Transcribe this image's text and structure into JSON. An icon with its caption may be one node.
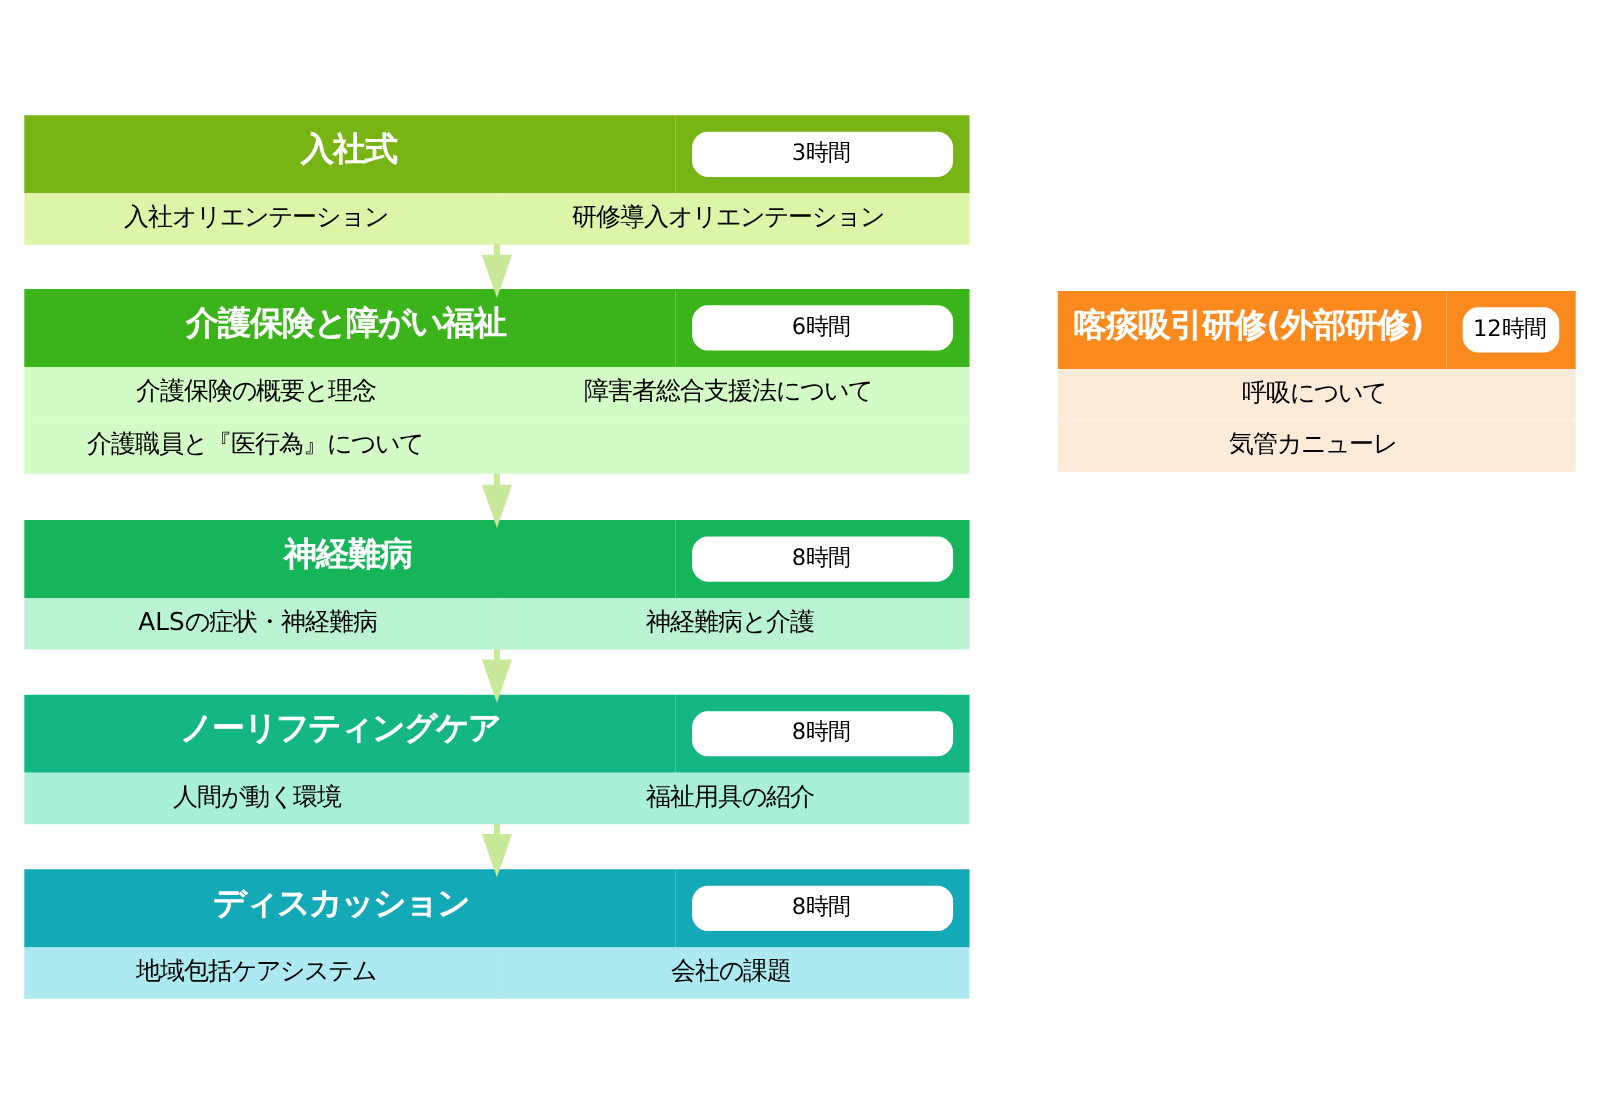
{
  "diagram": {
    "nodes": [
      {
        "text": [
          "入社式",
          "3時間",
          "入社オリエンテーション",
          "研修導入オリエンテーション"
        ]
      },
      {
        "text": [
          "介護保険と障がい福祉",
          "6時間",
          "介護保険の概要と理念",
          "障害者総合支援法について",
          "介護職員と『医行為』について"
        ]
      },
      {
        "text": [
          "神経難病",
          "8時間",
          "ALSの症状・神経難病",
          "神経難病と介護"
        ]
      },
      {
        "text": [
          "ノーリフティングケア",
          "8時間",
          "人間が動く環境",
          "福祉用具の紹介"
        ]
      },
      {
        "text": [
          "ディスカッション",
          "8時間",
          "地域包括ケアシステム",
          "会社の課題"
        ]
      },
      {
        "text": [
          "喀痰吸引研修(外部研修)",
          "12時間",
          "呼吸について",
          "気管カニューレ"
        ]
      }
    ],
    "edges": [
      {
        "from": 0,
        "to": 1,
        "arrow": "to"
      },
      {
        "from": 1,
        "to": 2,
        "arrow": "to"
      },
      {
        "from": 2,
        "to": 3,
        "arrow": "to"
      },
      {
        "from": 3,
        "to": 4,
        "arrow": "to"
      }
    ]
  }
}
